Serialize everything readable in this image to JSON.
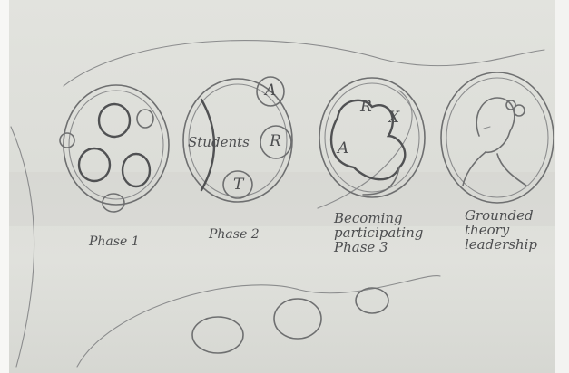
{
  "diagram": {
    "panels": [
      {
        "caption": "Phase 1"
      },
      {
        "caption": "Phase 2",
        "center_label": "Students",
        "role_letters": [
          "A",
          "R",
          "T"
        ]
      },
      {
        "caption_lines": [
          "Becoming",
          "participating",
          "Phase 3"
        ],
        "role_letters": [
          "A",
          "R",
          "X"
        ]
      },
      {
        "caption_lines": [
          "Grounded",
          "theory",
          "leadership"
        ]
      }
    ]
  }
}
